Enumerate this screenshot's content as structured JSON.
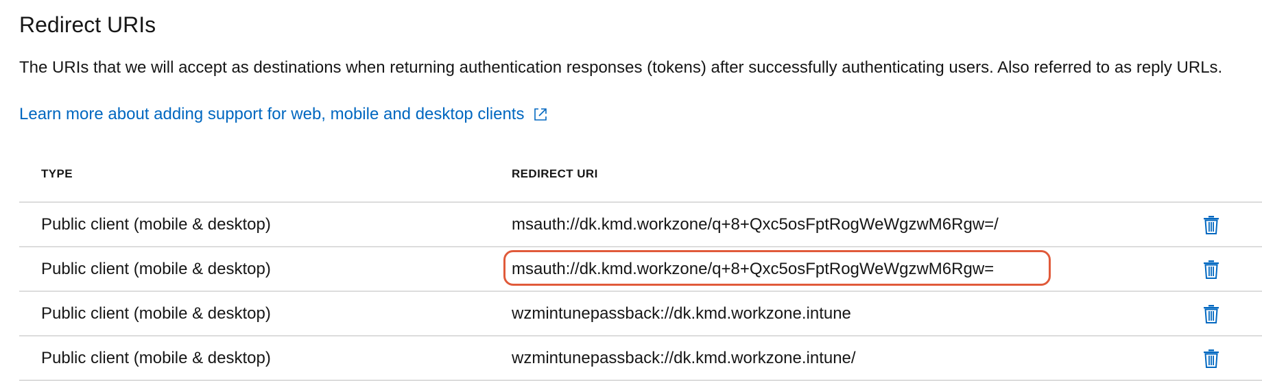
{
  "section": {
    "title": "Redirect URIs",
    "description": "The URIs that we will accept as destinations when returning authentication responses (tokens) after successfully authenticating users. Also referred to as reply URLs.",
    "learn_more_link": "Learn more about adding support for web, mobile and desktop clients",
    "learn_more_icon": "external-link-icon"
  },
  "table": {
    "columns": [
      "TYPE",
      "REDIRECT URI"
    ],
    "rows": [
      {
        "type": "Public client (mobile & desktop)",
        "uri": "msauth://dk.kmd.workzone/q+8+Qxc5osFptRogWeWgzwM6Rgw=/",
        "highlighted": false
      },
      {
        "type": "Public client (mobile & desktop)",
        "uri": "msauth://dk.kmd.workzone/q+8+Qxc5osFptRogWeWgzwM6Rgw=",
        "highlighted": true
      },
      {
        "type": "Public client (mobile & desktop)",
        "uri": "wzmintunepassback://dk.kmd.workzone.intune",
        "highlighted": false
      },
      {
        "type": "Public client (mobile & desktop)",
        "uri": "wzmintunepassback://dk.kmd.workzone.intune/",
        "highlighted": false
      }
    ],
    "row_action_icon": "trash-icon"
  },
  "colors": {
    "link": "#0067c0",
    "highlight_outline": "#e05a3a",
    "delete_icon": "#0067c0",
    "divider": "#dcdcdc"
  }
}
